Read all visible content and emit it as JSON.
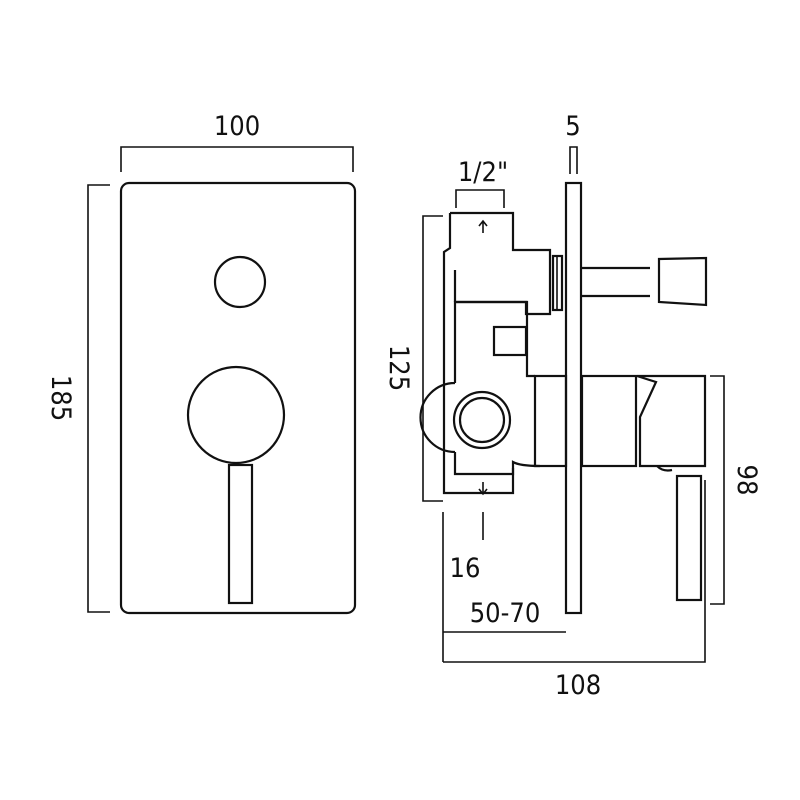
{
  "front_view": {
    "width_label": "100",
    "height_label": "185"
  },
  "side_view": {
    "plate_thickness_label": "5",
    "inlet_label": "1/2\"",
    "body_height_label": "125",
    "outlet_offset_label": "16",
    "depth_range_label": "50-70",
    "total_depth_label": "108",
    "handle_height_label": "98"
  },
  "colors": {
    "line": "#111111",
    "background": "#ffffff"
  }
}
